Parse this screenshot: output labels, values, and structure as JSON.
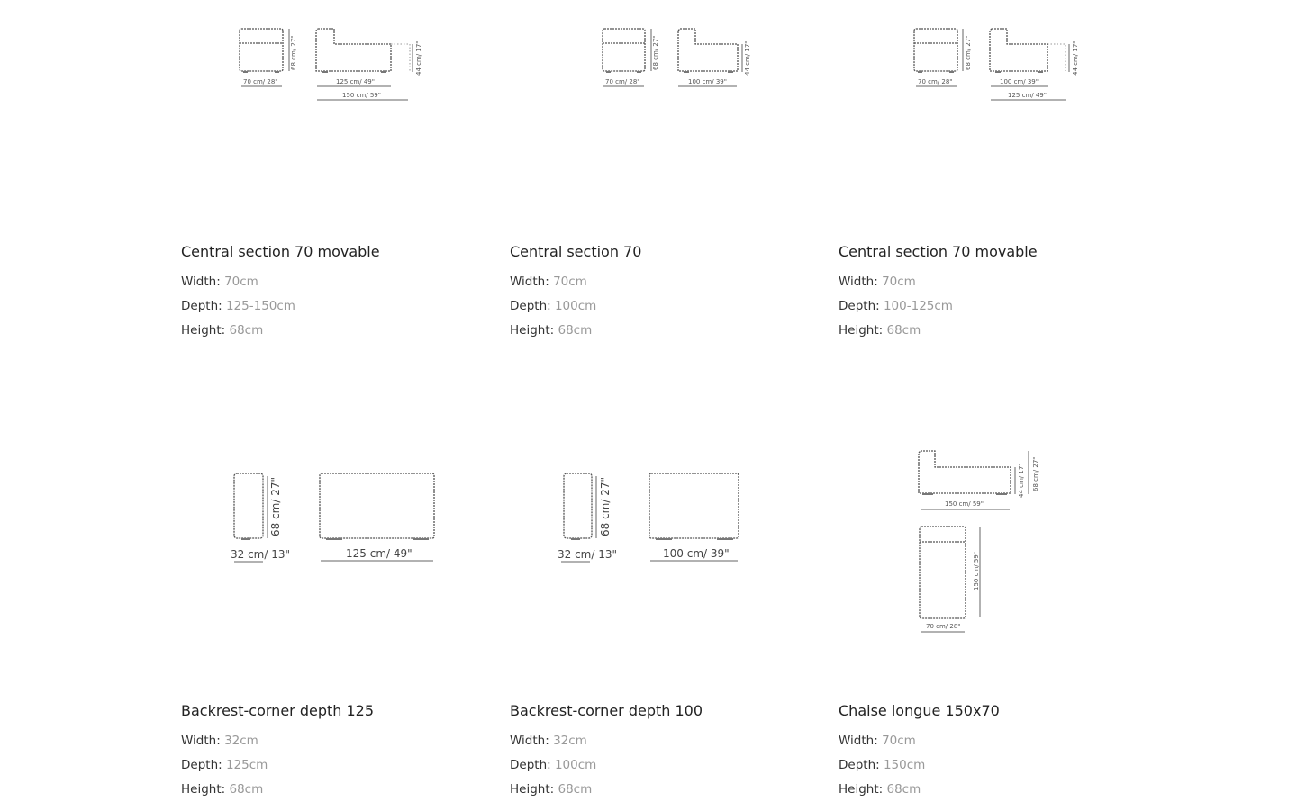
{
  "products": [
    {
      "title": "Central section 70 movable",
      "width_label": "Width:",
      "width": "70cm",
      "depth_label": "Depth:",
      "depth": "125-150cm",
      "height_label": "Height:",
      "height": "68cm",
      "dims": {
        "front_width": "70 cm/ 28\"",
        "height": "68 cm/ 27\"",
        "seat_height": "44 cm/ 17\"",
        "depth_min": "125 cm/ 49\"",
        "depth_max": "150 cm/ 59\""
      }
    },
    {
      "title": "Central section 70",
      "width_label": "Width:",
      "width": "70cm",
      "depth_label": "Depth:",
      "depth": "100cm",
      "height_label": "Height:",
      "height": "68cm",
      "dims": {
        "front_width": "70 cm/ 28\"",
        "height": "68 cm/ 27\"",
        "seat_height": "44 cm/ 17\"",
        "depth": "100 cm/ 39\""
      }
    },
    {
      "title": "Central section 70 movable",
      "width_label": "Width:",
      "width": "70cm",
      "depth_label": "Depth:",
      "depth": "100-125cm",
      "height_label": "Height:",
      "height": "68cm",
      "dims": {
        "front_width": "70 cm/ 28\"",
        "height": "68 cm/ 27\"",
        "seat_height": "44 cm/ 17\"",
        "depth_min": "100 cm/ 39\"",
        "depth_max": "125 cm/ 49\""
      }
    },
    {
      "title": "Backrest-corner depth 125",
      "width_label": "Width:",
      "width": "32cm",
      "depth_label": "Depth:",
      "depth": "125cm",
      "height_label": "Height:",
      "height": "68cm",
      "dims": {
        "width": "32 cm/ 13\"",
        "height": "68 cm/ 27\"",
        "depth": "125 cm/ 49\""
      }
    },
    {
      "title": "Backrest-corner depth 100",
      "width_label": "Width:",
      "width": "32cm",
      "depth_label": "Depth:",
      "depth": "100cm",
      "height_label": "Height:",
      "height": "68cm",
      "dims": {
        "width": "32 cm/ 13\"",
        "height": "68 cm/ 27\"",
        "depth": "100 cm/ 39\""
      }
    },
    {
      "title": "Chaise longue 150x70",
      "width_label": "Width:",
      "width": "70cm",
      "depth_label": "Depth:",
      "depth": "150cm",
      "height_label": "Height:",
      "height": "68cm",
      "dims": {
        "side_depth": "150 cm/ 59\"",
        "seat_height": "44 cm/ 17\"",
        "height": "68 cm/ 27\"",
        "top_depth": "150 cm/ 59\"",
        "front_width": "70 cm/ 28\""
      }
    }
  ]
}
